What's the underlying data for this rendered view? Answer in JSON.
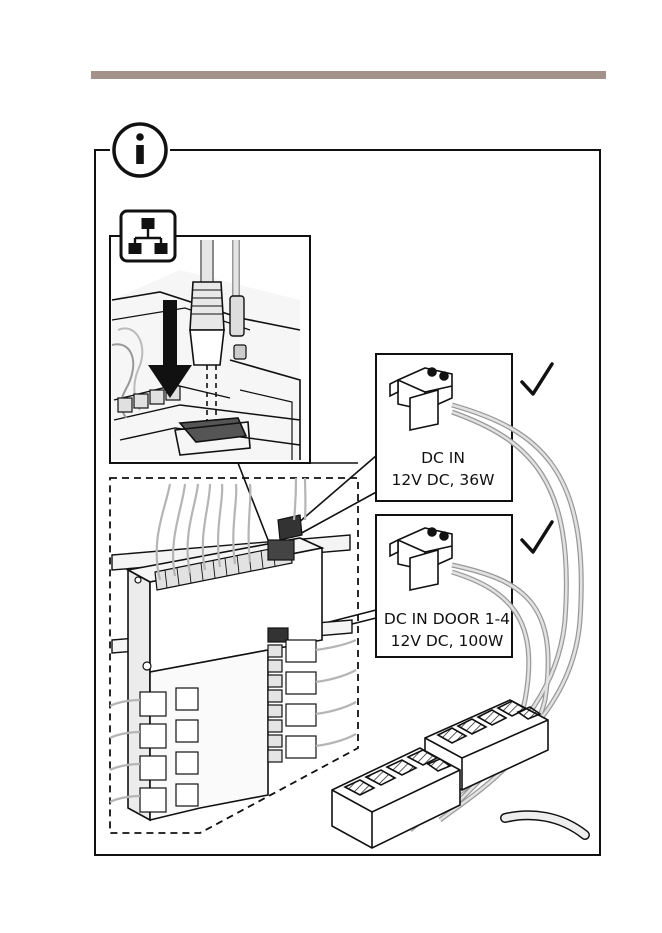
{
  "colors": {
    "header_rule": "#a3928a",
    "ink": "#111111",
    "cable_grey": "#c9c9c9"
  },
  "icons": {
    "info": "info-icon",
    "network": "network-topology-icon",
    "check": "checkmark-icon",
    "arrow": "insert-arrow-icon"
  },
  "callouts": {
    "dc_in": {
      "title": "DC IN",
      "rating": "12V DC, 36W"
    },
    "dc_in_door": {
      "title": "DC IN DOOR 1-4",
      "rating": "12V DC, 100W"
    }
  }
}
